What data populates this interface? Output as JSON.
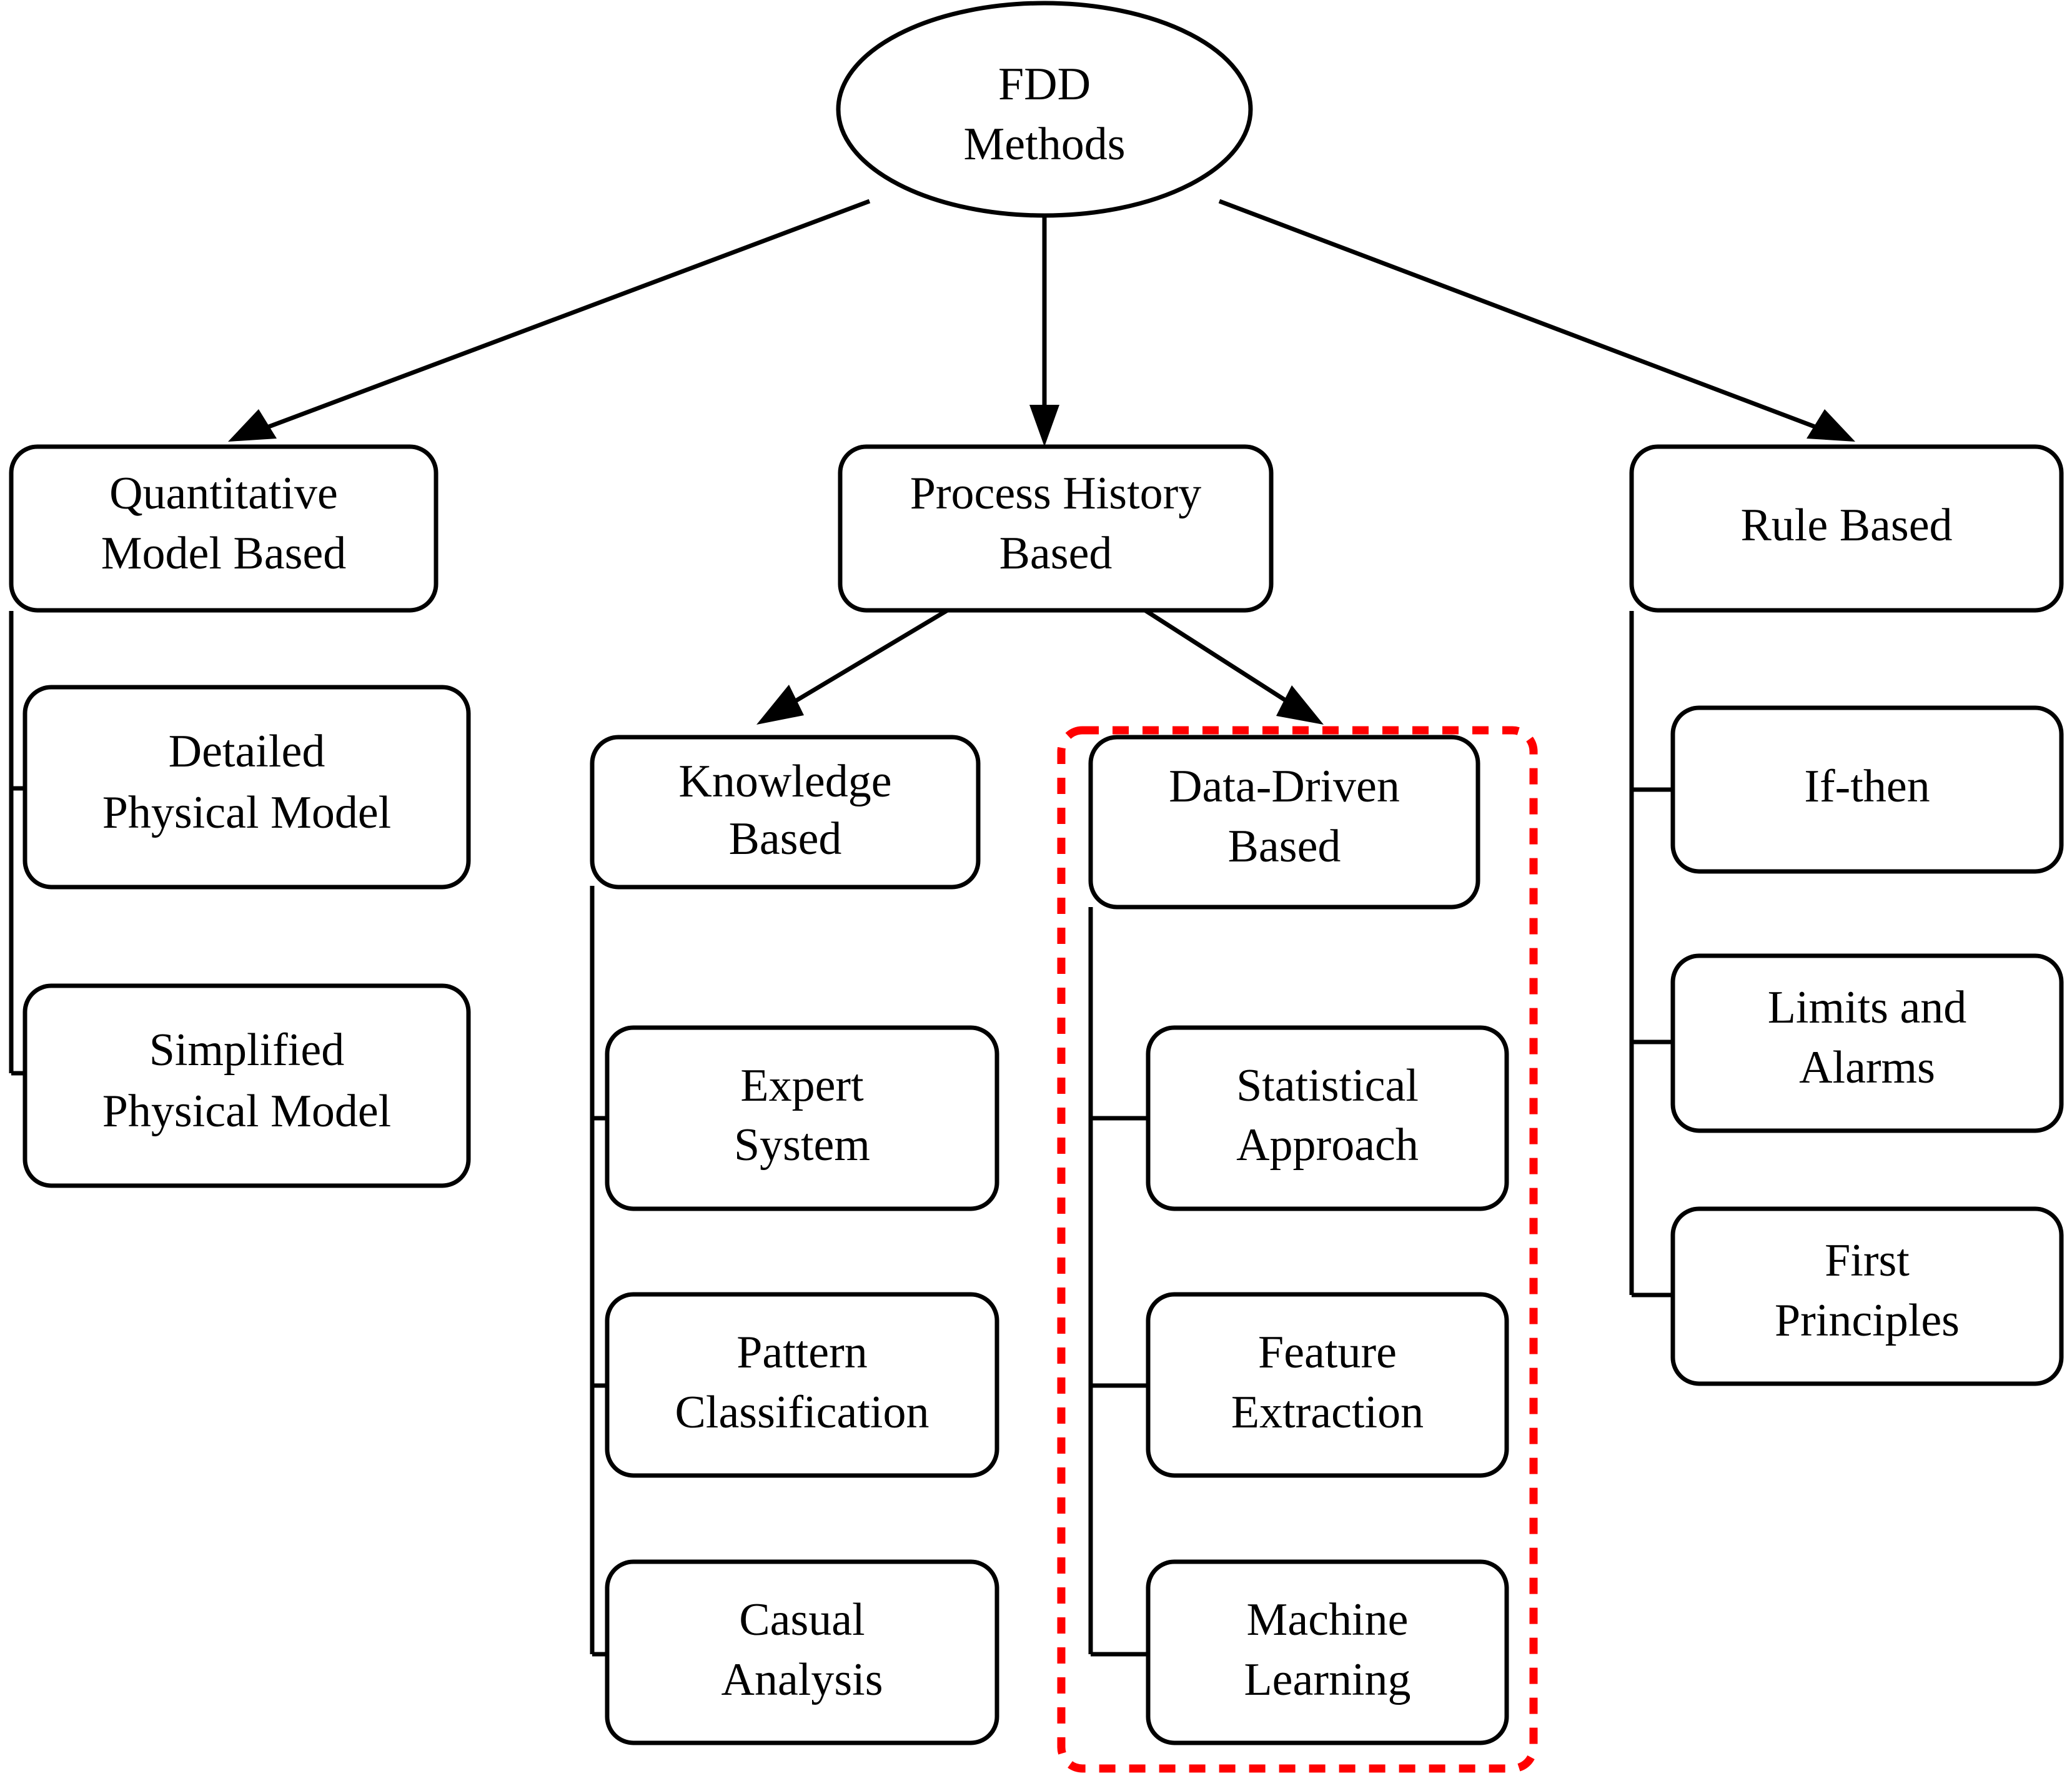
{
  "diagram": {
    "type": "taxonomy-tree",
    "title_node": "FDD Methods",
    "colors": {
      "node_stroke": "#000000",
      "node_fill": "#ffffff",
      "connector": "#000000",
      "highlight": "#ff0000",
      "background": "#ffffff"
    },
    "root": {
      "id": "fdd-methods",
      "shape": "ellipse",
      "line1": "FDD",
      "line2": "Methods"
    },
    "level1": [
      {
        "id": "quantitative-model-based",
        "line1": "Quantitative",
        "line2": "Model Based"
      },
      {
        "id": "process-history-based",
        "line1": "Process History",
        "line2": "Based"
      },
      {
        "id": "rule-based",
        "line1": "Rule Based",
        "line2": ""
      }
    ],
    "quantitative_children": [
      {
        "id": "detailed-physical-model",
        "line1": "Detailed",
        "line2": "Physical Model"
      },
      {
        "id": "simplified-physical-model",
        "line1": "Simplified",
        "line2": "Physical Model"
      }
    ],
    "process_history_children": [
      {
        "id": "knowledge-based",
        "line1": "Knowledge",
        "line2": "Based"
      },
      {
        "id": "data-driven-based",
        "line1": "Data-Driven",
        "line2": "Based"
      }
    ],
    "knowledge_children": [
      {
        "id": "expert-system",
        "line1": "Expert",
        "line2": "System"
      },
      {
        "id": "pattern-classification",
        "line1": "Pattern",
        "line2": "Classification"
      },
      {
        "id": "casual-analysis",
        "line1": "Casual",
        "line2": "Analysis"
      }
    ],
    "data_driven_children": [
      {
        "id": "statistical-approach",
        "line1": "Statistical",
        "line2": "Approach"
      },
      {
        "id": "feature-extraction",
        "line1": "Feature",
        "line2": "Extraction"
      },
      {
        "id": "machine-learning",
        "line1": "Machine",
        "line2": "Learning"
      }
    ],
    "rule_children": [
      {
        "id": "if-then",
        "line1": "If-then",
        "line2": ""
      },
      {
        "id": "limits-and-alarms",
        "line1": "Limits and",
        "line2": "Alarms"
      },
      {
        "id": "first-principles",
        "line1": "First",
        "line2": "Principles"
      }
    ],
    "highlight": {
      "label": "data-driven-emphasis",
      "style": "red-dashed-rectangle",
      "encloses": [
        "data-driven-based",
        "statistical-approach",
        "feature-extraction",
        "machine-learning"
      ]
    }
  }
}
